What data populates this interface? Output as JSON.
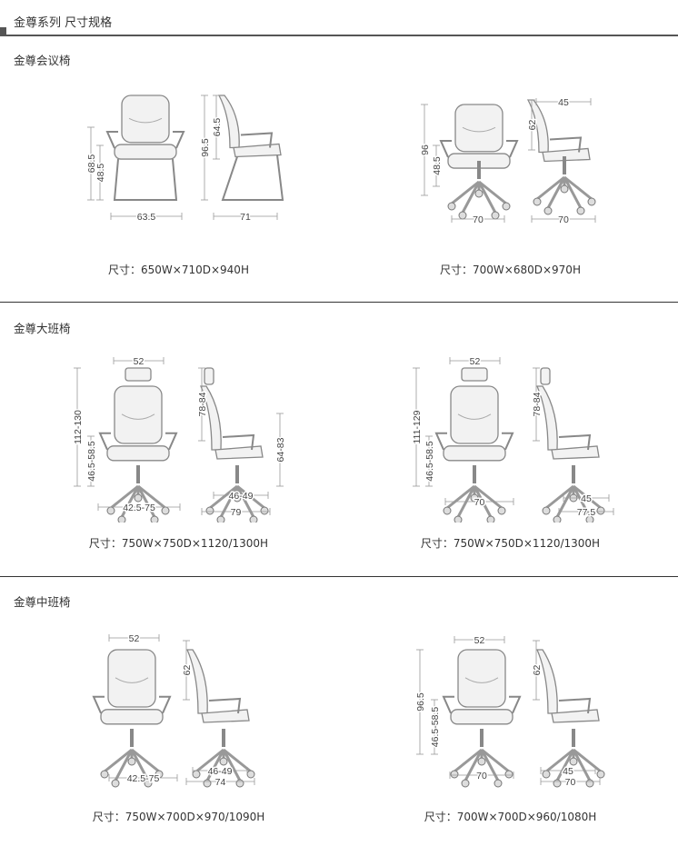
{
  "header": {
    "title": "金尊系列 尺寸规格"
  },
  "sections": [
    {
      "title": "金尊会议椅",
      "panels": [
        {
          "caption": "尺寸：650W×710D×940H",
          "labels": [
            "68.5",
            "48.5",
            "63.5",
            "96.5",
            "64.5",
            "71"
          ]
        },
        {
          "caption": "尺寸：700W×680D×970H",
          "labels": [
            "96",
            "48.5",
            "62",
            "45",
            "70",
            "70"
          ]
        }
      ]
    },
    {
      "title": "金尊大班椅",
      "panels": [
        {
          "caption": "尺寸：750W×750D×1120/1300H",
          "labels": [
            "52",
            "112-130",
            "46.5-58.5",
            "42.5-75",
            "78-84",
            "64-83",
            "46-49",
            "79"
          ]
        },
        {
          "caption": "尺寸：750W×750D×1120/1300H",
          "labels": [
            "52",
            "111-129",
            "46.5-58.5",
            "70",
            "78-84",
            "45",
            "77.5"
          ]
        }
      ]
    },
    {
      "title": "金尊中班椅",
      "panels": [
        {
          "caption": "尺寸：750W×700D×970/1090H",
          "labels": [
            "52",
            "42.5-75",
            "62",
            "46-49",
            "74"
          ]
        },
        {
          "caption": "尺寸：700W×700D×960/1080H",
          "labels": [
            "52",
            "96.5",
            "46.5-58.5",
            "70",
            "62",
            "45",
            "70"
          ]
        }
      ]
    }
  ]
}
